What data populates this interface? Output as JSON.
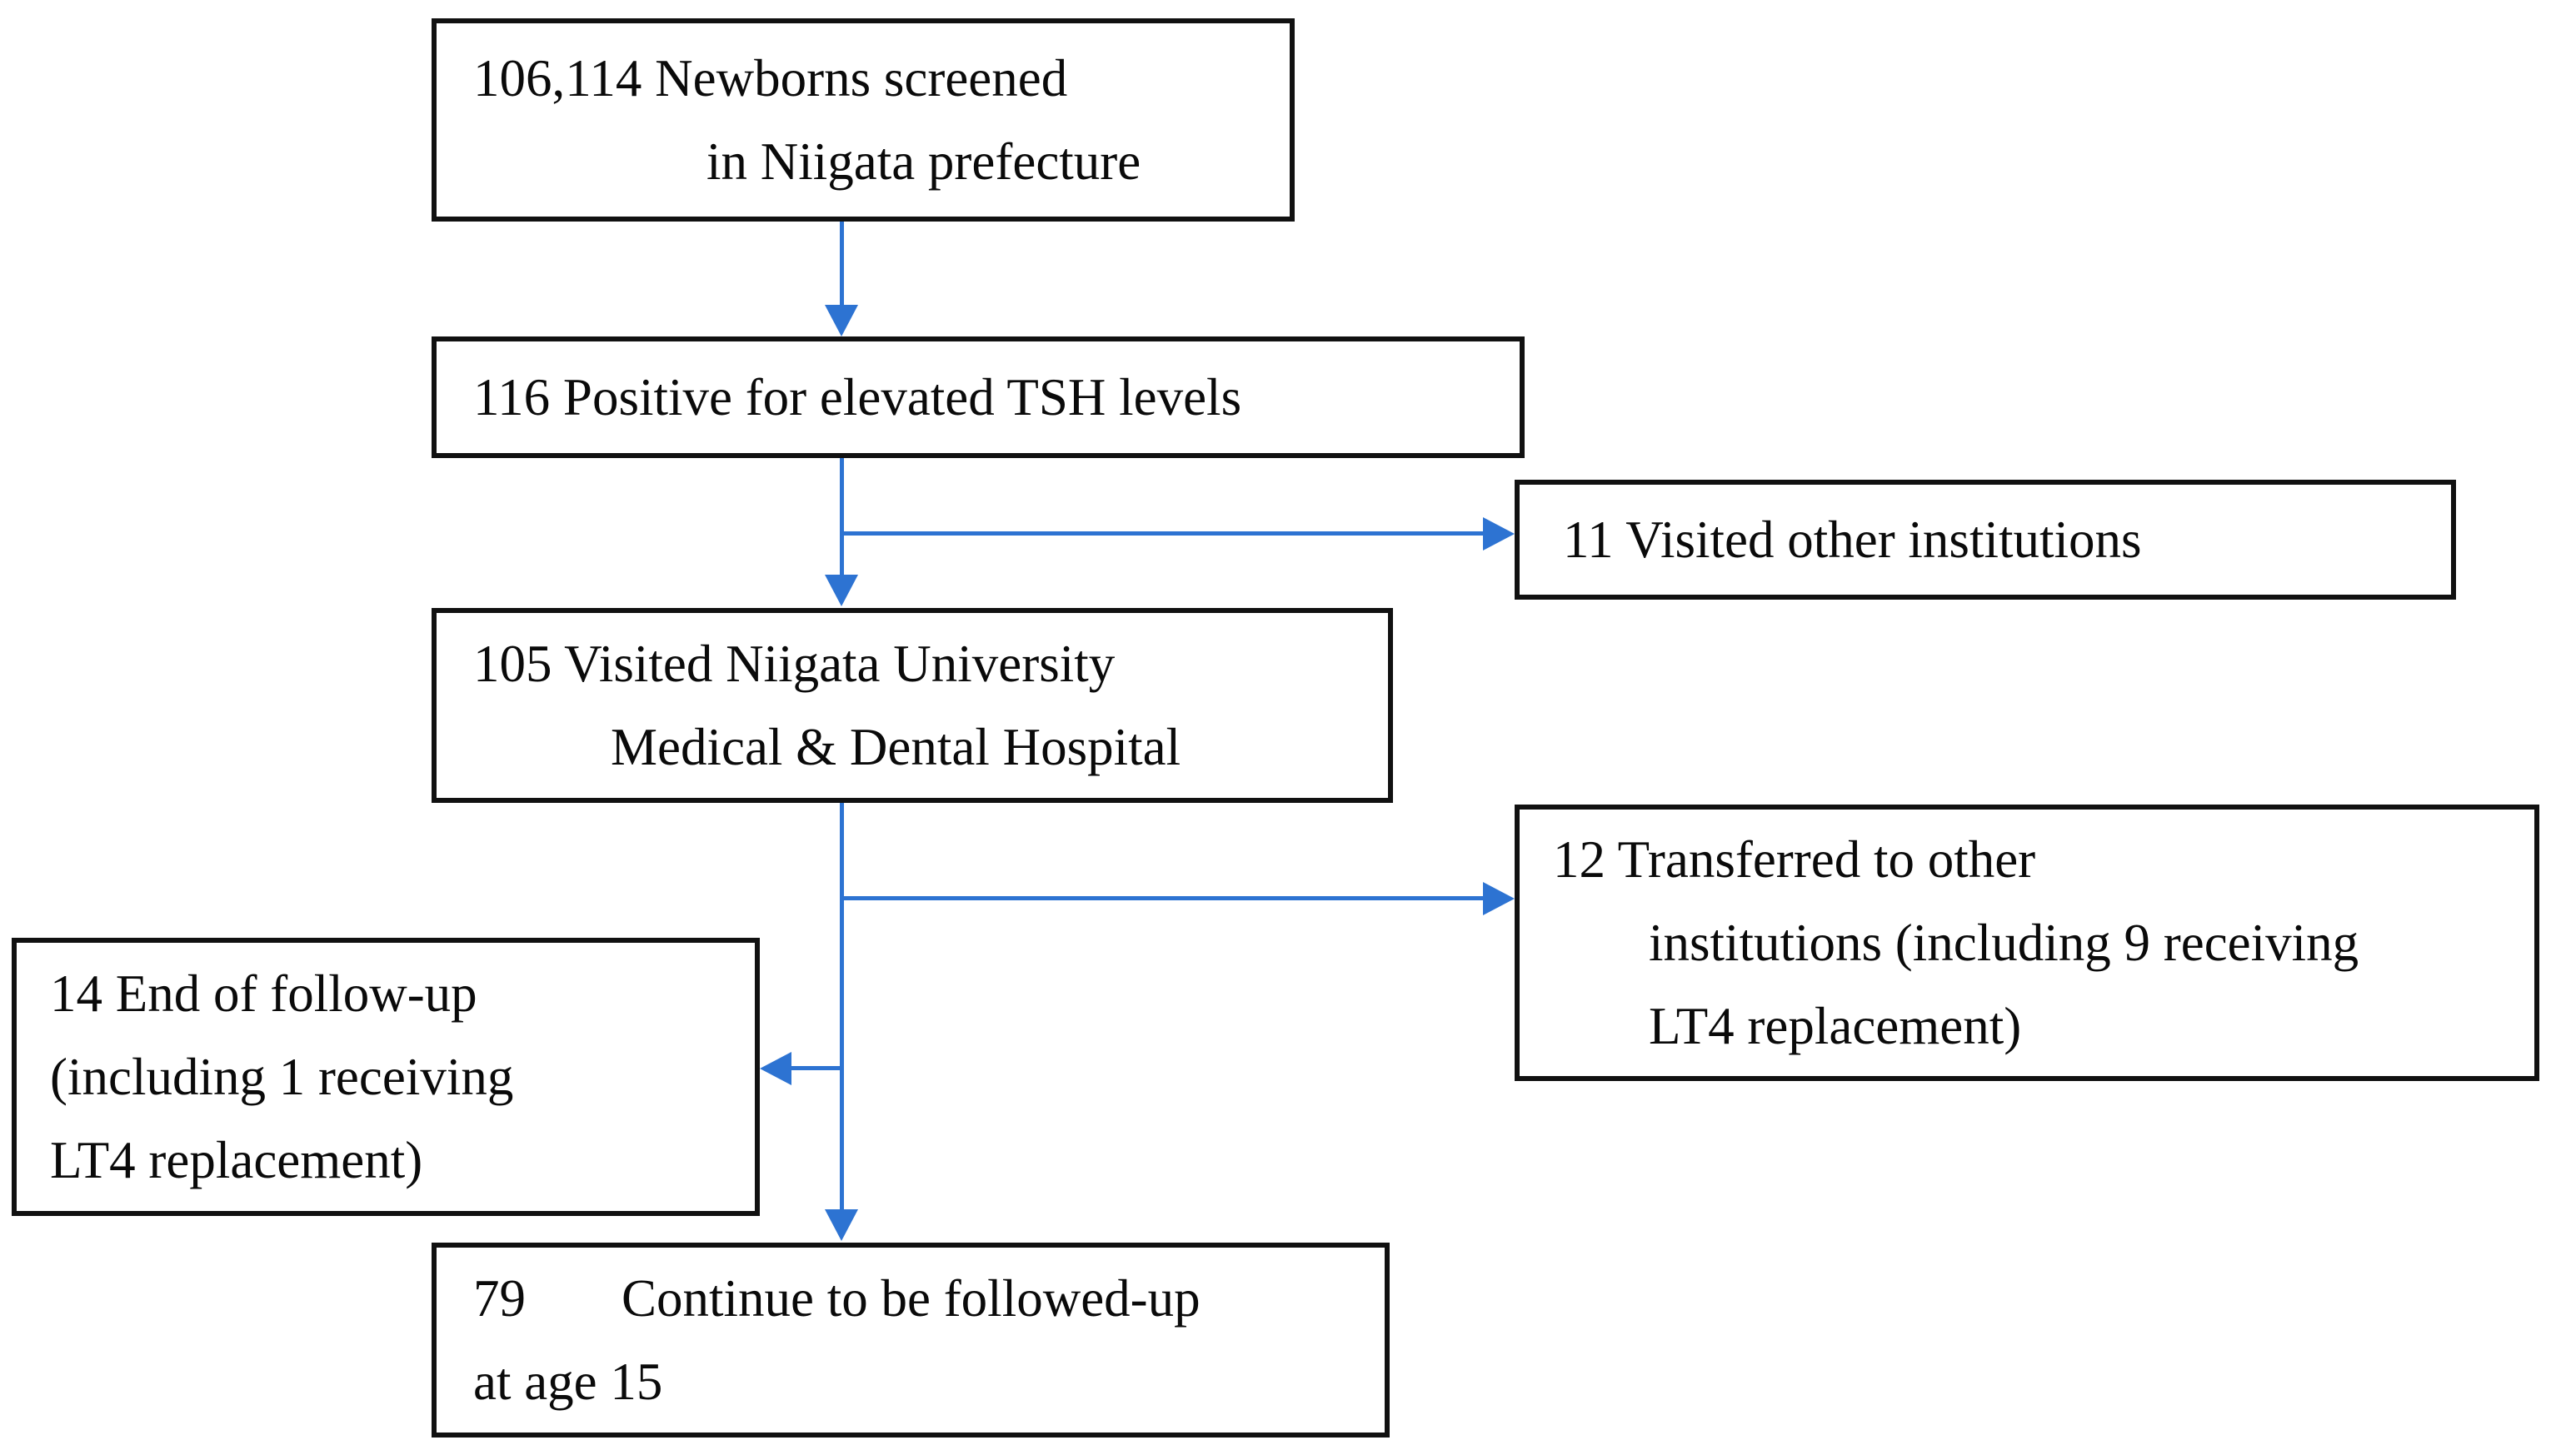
{
  "colors": {
    "arrow": "#2d73d2",
    "box_border": "#111111",
    "text": "#0a0a0a",
    "background": "#ffffff"
  },
  "nodes": {
    "screened": {
      "line1": "106,114 Newborns screened",
      "line2": "in Niigata prefecture"
    },
    "positive": {
      "line1": "116 Positive for elevated TSH levels"
    },
    "visited_other": {
      "line1": "11 Visited other institutions"
    },
    "hospital": {
      "line1": "105 Visited Niigata University",
      "line2": "Medical & Dental Hospital"
    },
    "transferred": {
      "line1": "12 Transferred to other",
      "line2": "institutions (including 9 receiving",
      "line3": "LT4 replacement)"
    },
    "end_followup": {
      "line1": "14 End of follow-up",
      "line2": "(including 1 receiving",
      "line3": "LT4 replacement)"
    },
    "continue": {
      "number": "79",
      "line1": "Continue to be followed-up",
      "line2": "at age 15"
    }
  },
  "edges": [
    {
      "from": "screened",
      "to": "positive"
    },
    {
      "from": "positive",
      "to": "visited_other"
    },
    {
      "from": "positive",
      "to": "hospital"
    },
    {
      "from": "hospital",
      "to": "transferred"
    },
    {
      "from": "hospital",
      "to": "end_followup"
    },
    {
      "from": "hospital",
      "to": "continue"
    }
  ]
}
